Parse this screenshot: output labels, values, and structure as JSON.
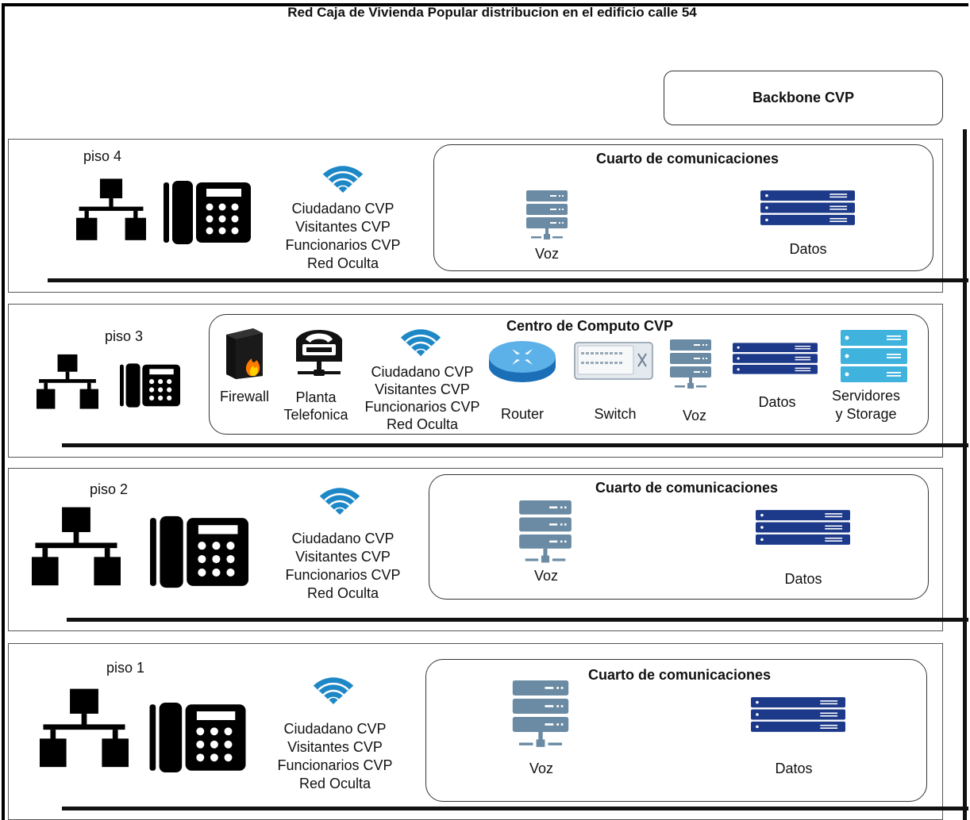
{
  "title": "Red Caja de Vivienda Popular distribucion en el edificio calle 54",
  "backbone": {
    "label": "Backbone CVP"
  },
  "wifi_ssids": [
    "Ciudadano CVP",
    "Visitantes CVP",
    "Funcionarios CVP",
    "Red Oculta"
  ],
  "floors": [
    {
      "label": "piso 4",
      "room": {
        "title": "Cuarto de comunicaciones",
        "voice_label": "Voz",
        "data_label": "Datos"
      }
    },
    {
      "label": "piso 3",
      "room": {
        "title": "Centro de Computo CVP",
        "devices": {
          "firewall": "Firewall",
          "pbx_line1": "Planta",
          "pbx_line2": "Telefonica",
          "router": "Router",
          "switch": "Switch",
          "voice": "Voz",
          "data": "Datos",
          "servers_line1": "Servidores",
          "servers_line2": "y Storage"
        }
      }
    },
    {
      "label": "piso 2",
      "room": {
        "title": "Cuarto de comunicaciones",
        "voice_label": "Voz",
        "data_label": "Datos"
      }
    },
    {
      "label": "piso 1",
      "room": {
        "title": "Cuarto de comunicaciones",
        "voice_label": "Voz",
        "data_label": "Datos"
      }
    }
  ],
  "colors": {
    "voice_server": "#6a8ba3",
    "data_server": "#1d3a8a",
    "storage_server": "#3fb3dd",
    "wifi": "#1e88c7",
    "lines": "#111111"
  }
}
